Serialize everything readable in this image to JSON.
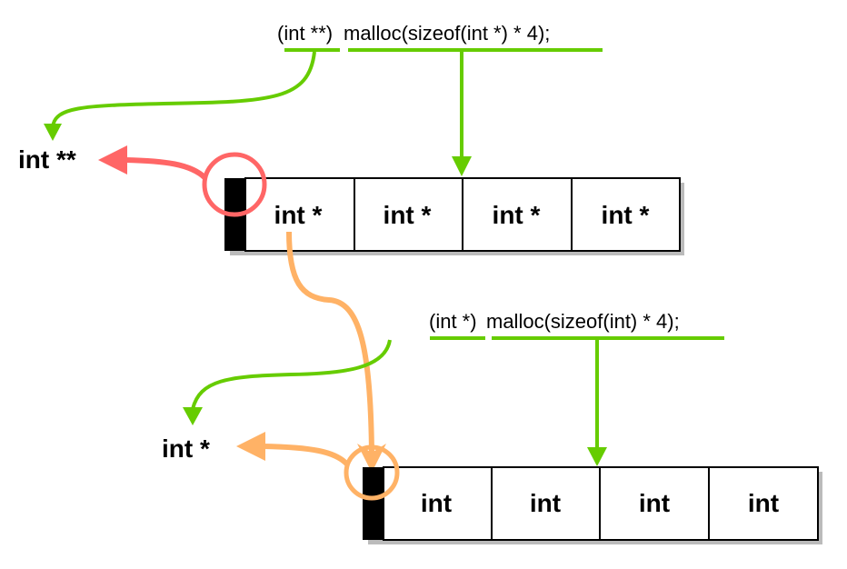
{
  "colors": {
    "green": "#66cc00",
    "red": "#ff6666",
    "orange": "#ffb266",
    "cell_border": "#000000",
    "shadow": "#bbbbbb"
  },
  "top": {
    "cast_code": "(int **)",
    "malloc_code": "malloc(sizeof(int *) * 4);",
    "pointer_label": "int **",
    "cells": [
      "int *",
      "int *",
      "int *",
      "int *"
    ]
  },
  "bottom": {
    "cast_code": "(int *)",
    "malloc_code": "malloc(sizeof(int) * 4);",
    "pointer_label": "int *",
    "cells": [
      "int",
      "int",
      "int",
      "int"
    ]
  }
}
